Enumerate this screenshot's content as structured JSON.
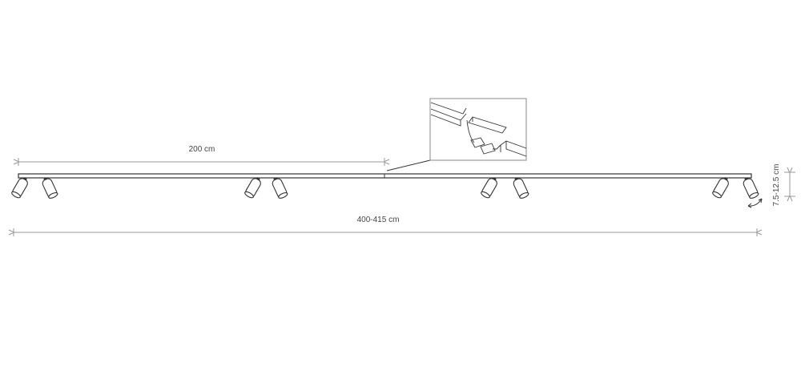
{
  "dimensions": {
    "segment_length": "200 cm",
    "total_length": "400-415 cm",
    "height_range": "7.5-12.5 cm"
  },
  "spotlight_pairs": 4,
  "colors": {
    "line": "#333333",
    "dimension": "#999999"
  }
}
